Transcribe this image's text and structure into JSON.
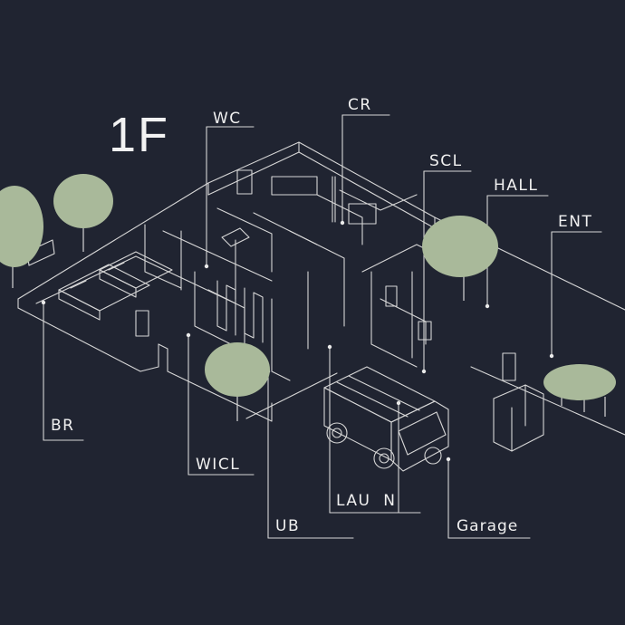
{
  "floor_title": "1F",
  "labels": {
    "wc": "WC",
    "cr": "CR",
    "scl": "SCL",
    "hall": "HALL",
    "ent": "ENT",
    "br": "BR",
    "wicl": "WICL",
    "ub": "UB",
    "laun": "LAU  N",
    "garage": "Garage"
  },
  "colors": {
    "background": "#202431",
    "line": "#dcdcdc",
    "tree": "#a9b99a",
    "text": "#f0f0f0"
  }
}
